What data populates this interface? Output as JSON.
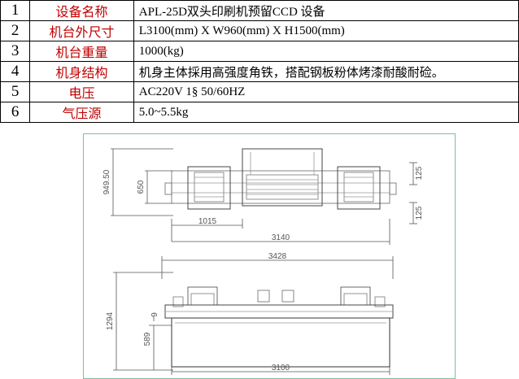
{
  "spec_rows": [
    {
      "no": "1",
      "label": "设备名称",
      "value": "APL-25D双头印刷机预留CCD 设备"
    },
    {
      "no": "2",
      "label": "机台外尺寸",
      "value": "L3100(mm) X W960(mm) X H1500(mm)"
    },
    {
      "no": "3",
      "label": "机台重量",
      "value": "1000(kg)"
    },
    {
      "no": "4",
      "label": "机身结构",
      "value": "机身主体採用高强度角铁，搭配钢板粉体烤漆耐酸耐硷。"
    },
    {
      "no": "5",
      "label": "电压",
      "value": "AC220V  1§   50/60HZ"
    },
    {
      "no": "6",
      "label": "气压源",
      "value": "5.0~5.5kg"
    }
  ],
  "drawing": {
    "top_view": {
      "height_overall": "949.50",
      "height_inner": "650",
      "right_top": "125",
      "right_bottom": "125",
      "unit_width": "1015",
      "total_width": "3140"
    },
    "front_view": {
      "total_width": "3428",
      "height_overall": "1294",
      "small_gap": "9",
      "base_height": "589",
      "base_width": "3100"
    }
  }
}
